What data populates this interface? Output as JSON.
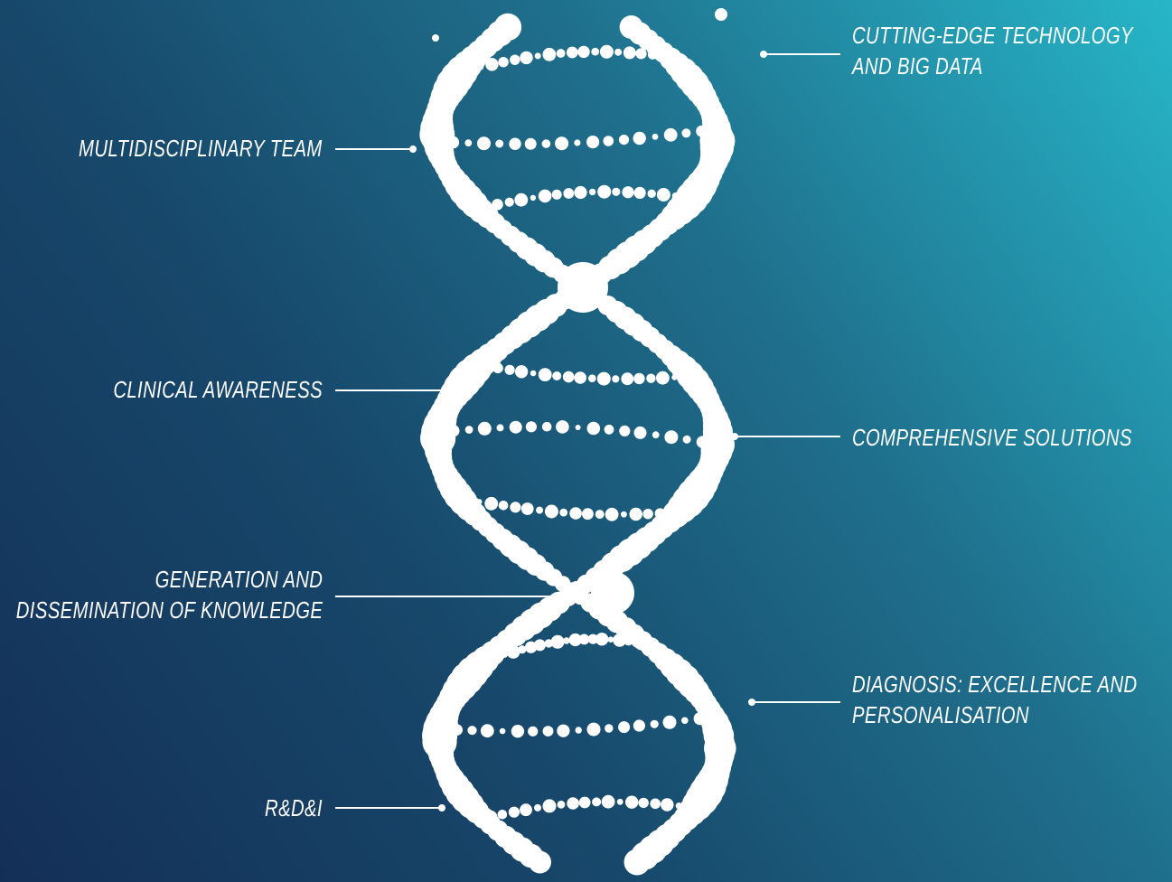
{
  "colors": {
    "background_top_right": "#27b6c8",
    "background_bottom_left": "#142f57",
    "helix": "#ffffff",
    "text": "#ffffff"
  },
  "labels": {
    "cutting_edge": [
      "CUTTING-EDGE TECHNOLOGY",
      "AND BIG DATA"
    ],
    "multidisciplinary": [
      "MULTIDISCIPLINARY TEAM"
    ],
    "clinical": [
      "CLINICAL AWARENESS"
    ],
    "comprehensive": [
      "COMPREHENSIVE SOLUTIONS"
    ],
    "generation": [
      "GENERATION AND",
      "DISSEMINATION OF KNOWLEDGE"
    ],
    "diagnosis": [
      "DIAGNOSIS: EXCELLENCE AND",
      "PERSONALISATION"
    ],
    "rdi": [
      "R&D&I"
    ]
  }
}
